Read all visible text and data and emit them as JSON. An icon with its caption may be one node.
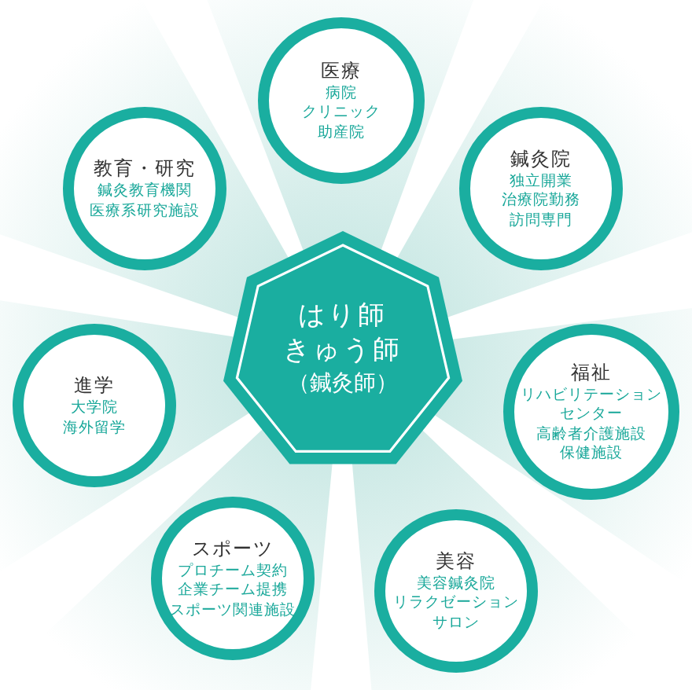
{
  "diagram": {
    "nodes": [
      {
        "text": [
          "医療",
          "病院",
          "クリニック",
          "助産院"
        ]
      },
      {
        "text": [
          "教育・研究",
          "鍼灸教育機関",
          "医療系研究施設"
        ]
      },
      {
        "text": [
          "鍼灸院",
          "独立開業",
          "治療院勤務",
          "訪問専門"
        ]
      },
      {
        "text": [
          "はり師",
          "きゅう師",
          "（鍼灸師）"
        ]
      },
      {
        "text": [
          "進学",
          "大学院",
          "海外留学"
        ]
      },
      {
        "text": [
          "福祉",
          "リハビリテーションセンター",
          "高齢者介護施設",
          "保健施設"
        ]
      },
      {
        "text": [
          "スポーツ",
          "プロチーム契約",
          "企業チーム提携",
          "スポーツ関連施設"
        ]
      },
      {
        "text": [
          "美容",
          "美容鍼灸院",
          "リラクゼーション",
          "サロン"
        ]
      }
    ]
  }
}
